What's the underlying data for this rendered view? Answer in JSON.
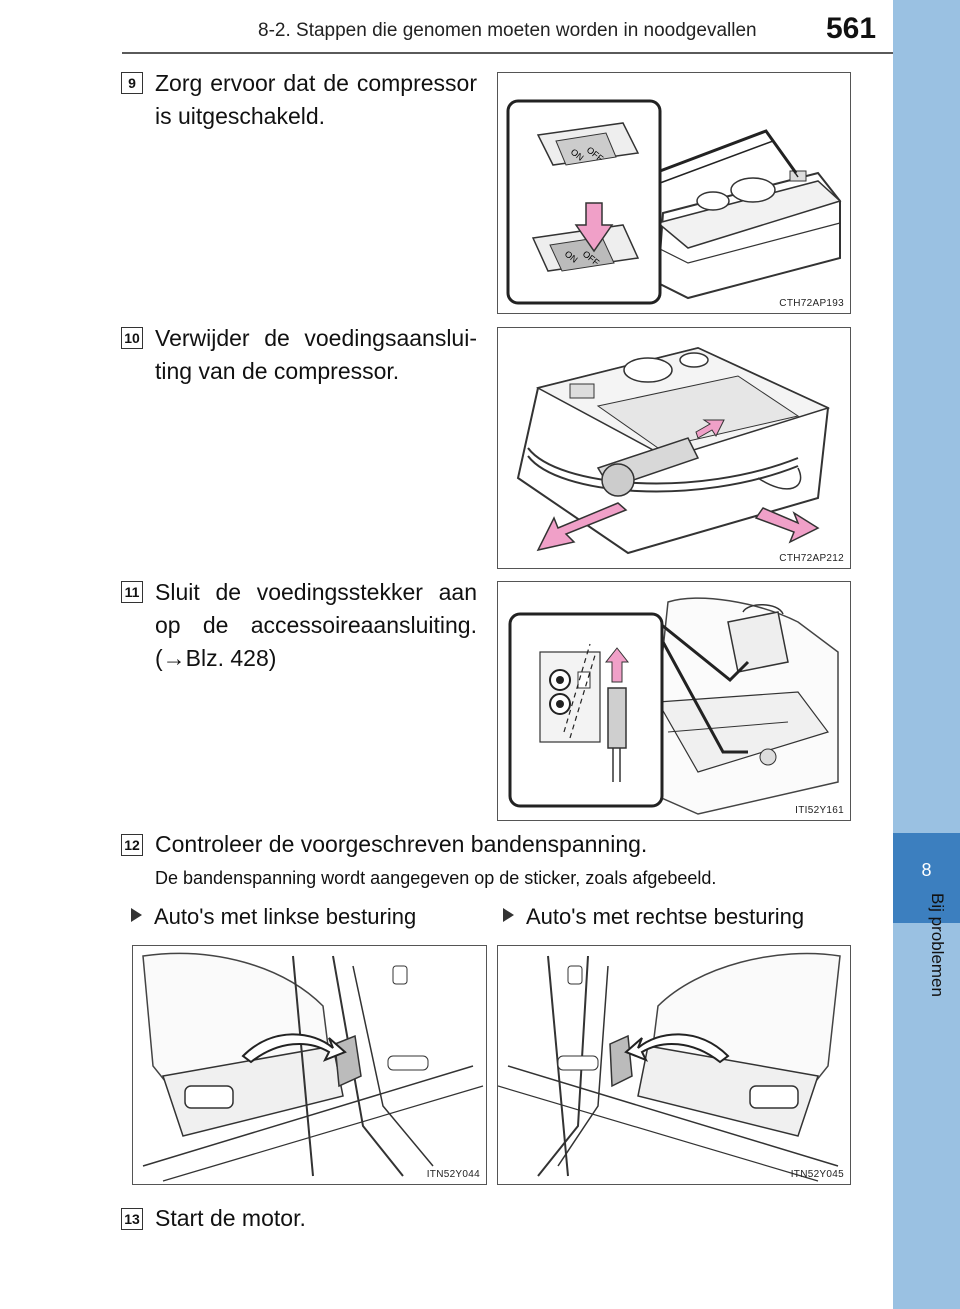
{
  "header": {
    "title": "8-2. Stappen die genomen moeten worden in noodgevallen",
    "page_number": "561"
  },
  "sidebar": {
    "chapter_number": "8",
    "chapter_label": "Bij problemen"
  },
  "steps": [
    {
      "number": "9",
      "text_lines": [
        "Zorg ervoor dat de compressor",
        "is uitgeschakeld."
      ],
      "figure_code": "CTH72AP193"
    },
    {
      "number": "10",
      "text_lines": [
        "Verwijder de voedingsaanslui-",
        "ting van de compressor."
      ],
      "figure_code": "CTH72AP212"
    },
    {
      "number": "11",
      "text_lines": [
        "Sluit de voedingsstekker aan",
        "op de accessoireaansluiting.",
        "(→Blz. 428)"
      ],
      "figure_code": "ITI52Y161"
    },
    {
      "number": "12",
      "text": "Controleer de voorgeschreven bandenspanning.",
      "note": "De bandenspanning wordt aangegeven op de sticker, zoals afgebeeld."
    },
    {
      "number": "13",
      "text": "Start de motor."
    }
  ],
  "variants": [
    {
      "label": "Auto's met linkse besturing",
      "figure_code": "ITN52Y044"
    },
    {
      "label": "Auto's met rechtse besturing",
      "figure_code": "ITN52Y045"
    }
  ],
  "switch_labels": {
    "on": "ON",
    "off": "OFF"
  },
  "colors": {
    "sidebar": "#9ac1e2",
    "chapter_box": "#3c7fbf",
    "arrow_pink": "#f0a0c8"
  }
}
